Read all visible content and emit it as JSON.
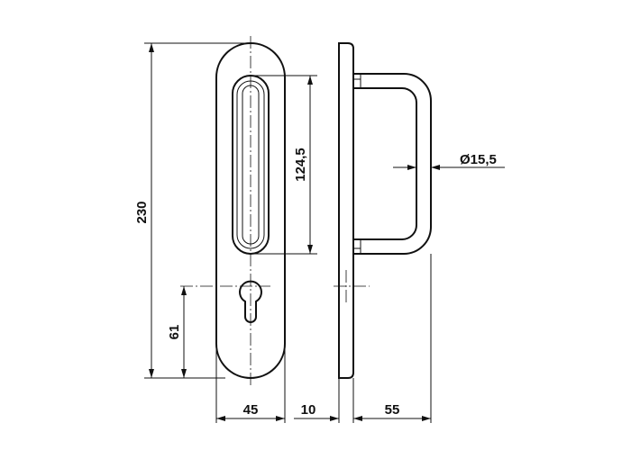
{
  "dimensions": {
    "overall_height": "230",
    "slot_length": "124,5",
    "lock_height": "61",
    "plate_width": "45",
    "plate_thickness": "10",
    "handle_projection": "55",
    "handle_diameter": "Ø15,5"
  }
}
